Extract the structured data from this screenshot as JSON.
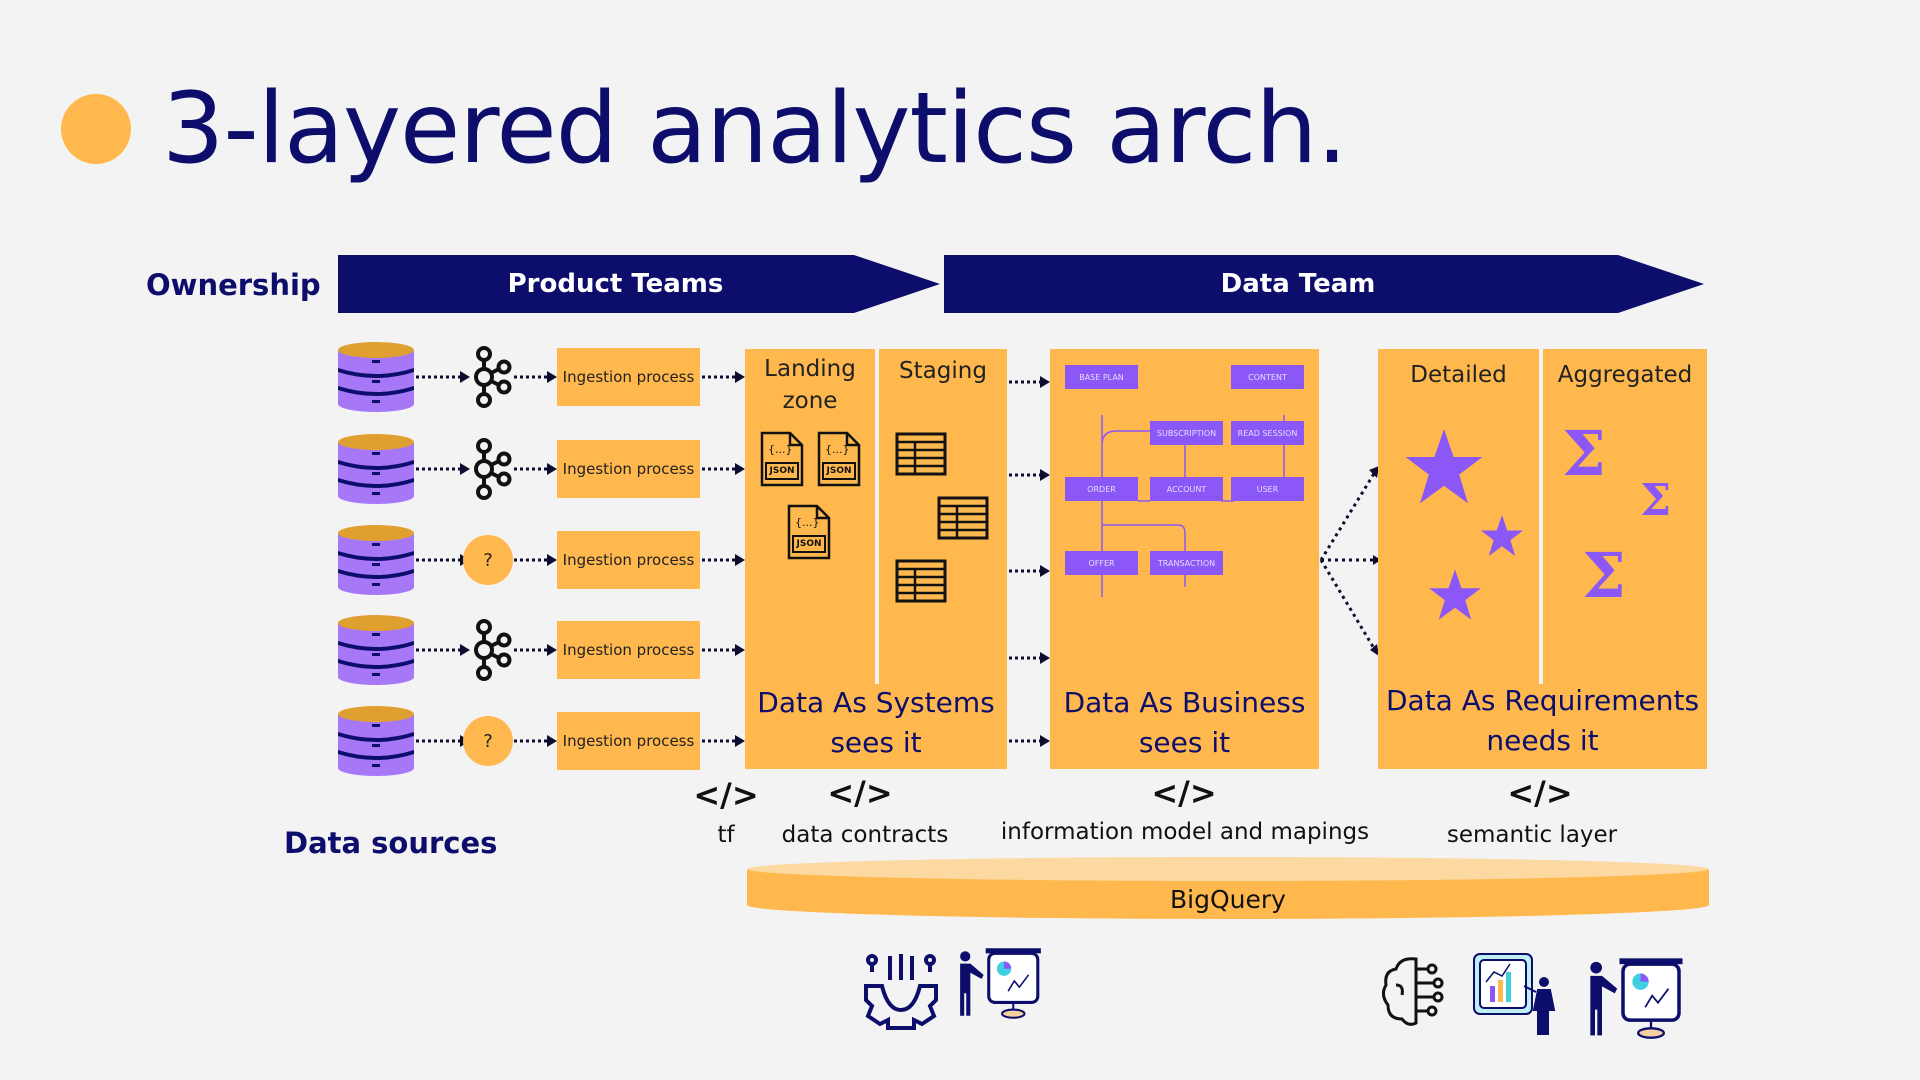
{
  "title": "3-layered analytics arch.",
  "ownership_label": "Ownership",
  "owners": [
    {
      "label": "Product Teams"
    },
    {
      "label": "Data Team"
    }
  ],
  "data_sources_label": "Data sources",
  "rows": [
    {
      "connector": "kafka-icon",
      "ingestion": "Ingestion process"
    },
    {
      "connector": "kafka-icon",
      "ingestion": "Ingestion process"
    },
    {
      "connector": "question",
      "ingestion": "Ingestion process",
      "question": "?"
    },
    {
      "connector": "kafka-icon",
      "ingestion": "Ingestion process"
    },
    {
      "connector": "question",
      "ingestion": "Ingestion process",
      "question": "?"
    }
  ],
  "layers": {
    "systems": {
      "landing": "Landing zone",
      "staging": "Staging",
      "footer": "Data As Systems sees it",
      "json_label": "JSON"
    },
    "business": {
      "footer": "Data As Business sees it",
      "entities": [
        "BASE PLAN",
        "CONTENT",
        "SUBSCRIPTION",
        "READ SESSION",
        "ORDER",
        "ACCOUNT",
        "USER",
        "OFFER",
        "TRANSACTION"
      ]
    },
    "requirements": {
      "detailed": "Detailed",
      "aggregated": "Aggregated",
      "footer": "Data As Requirements needs it",
      "sigma": "Σ"
    }
  },
  "code_symbol": "</>",
  "captions": [
    "tf",
    "data contracts",
    "information model and mapings",
    "semantic layer"
  ],
  "platform": "BigQuery",
  "colors": {
    "navy": "#0d0d6b",
    "orange": "#ffb84d",
    "purple": "#8b57f7",
    "db_purple": "#a678f7",
    "background": "#f3f3f3"
  }
}
